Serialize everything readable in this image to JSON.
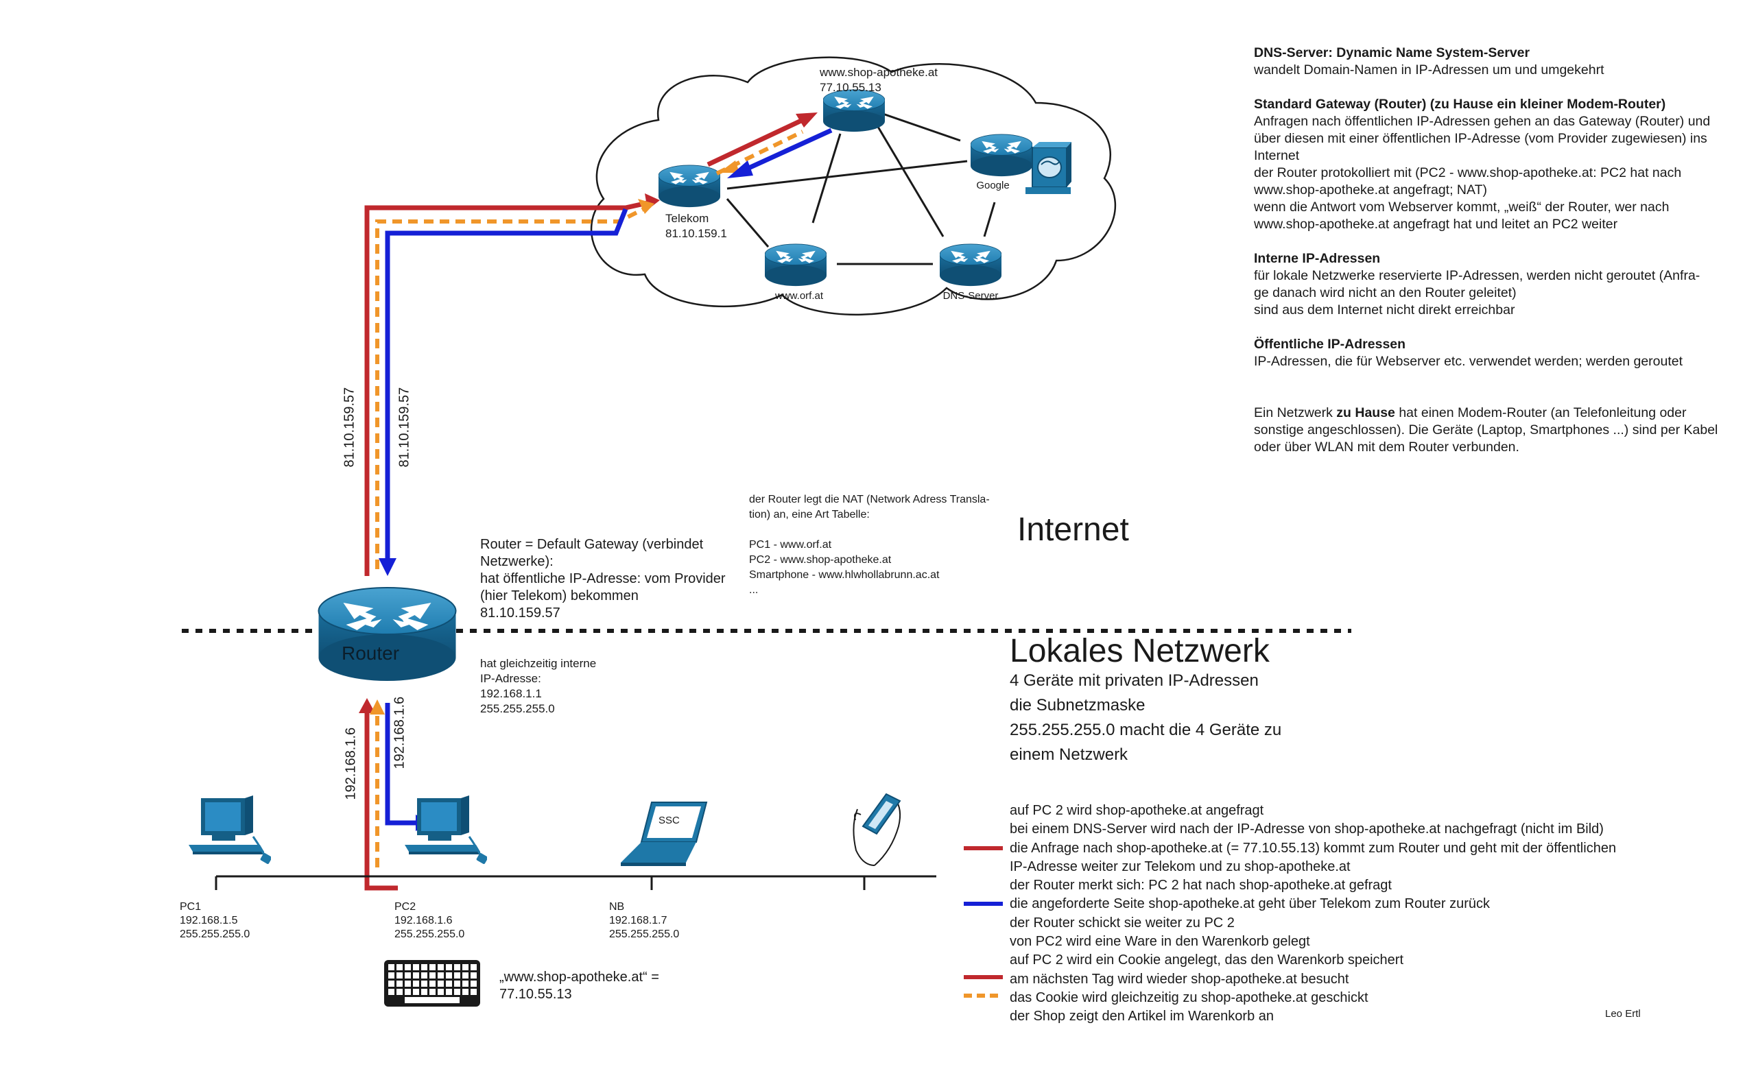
{
  "cloud": {
    "shop_host": "www.shop-apotheke.at",
    "shop_ip": "77.10.55.13",
    "telekom_name": "Telekom",
    "telekom_ip": "81.10.159.1",
    "google_label": "Google",
    "orf_label": "www.orf.at",
    "dns_label": "DNS-Server"
  },
  "uplink": {
    "ip_label_left": "81.10.159.57",
    "ip_label_right": "81.10.159.57"
  },
  "downlink": {
    "ip_label_left": "192.168.1.6",
    "ip_label_right": "192.168.1.6"
  },
  "router": {
    "label": "Router",
    "description_lines": [
      "Router = Default Gateway (verbindet",
      "Netzwerke):",
      "hat öffentliche IP-Adresse: vom Provider",
      "(hier Telekom) bekommen",
      "81.10.159.57"
    ],
    "internal_lines": [
      "hat gleichzeitig interne",
      "IP-Adresse:",
      "192.168.1.1",
      "255.255.255.0"
    ]
  },
  "nat_note": {
    "lines": [
      "der Router legt die NAT (Network Adress Transla-",
      "tion) an, eine Art Tabelle:",
      "",
      "PC1 - www.orf.at",
      "PC2 - www.shop-apotheke.at",
      "Smartphone - www.hlwhollabrunn.ac.at",
      "..."
    ]
  },
  "zones": {
    "internet": "Internet",
    "lokal_title": "Lokales Netzwerk",
    "lokal_lines": [
      "4 Geräte mit privaten IP-Adressen",
      "die Subnetzmaske",
      "255.255.255.0 macht die 4 Geräte zu",
      "einem Netzwerk"
    ]
  },
  "devices": [
    {
      "name": "PC1",
      "ip": "192.168.1.5",
      "mask": "255.255.255.0"
    },
    {
      "name": "PC2",
      "ip": "192.168.1.6",
      "mask": "255.255.255.0"
    },
    {
      "name": "NB",
      "ip": "192.168.1.7",
      "mask": "255.255.255.0"
    }
  ],
  "laptop_screen": "SSC",
  "keyboard_note": [
    "„www.shop-apotheke.at“ =",
    "77.10.55.13"
  ],
  "legend": [
    "auf PC 2 wird shop-apotheke.at angefragt",
    "bei einem DNS-Server wird nach der IP-Adresse von shop-apotheke.at nachgefragt (nicht im Bild)",
    "die Anfrage nach shop-apotheke.at (= 77.10.55.13) kommt zum Router und geht mit der öffentlichen",
    "IP-Adresse weiter zur Telekom und zu shop-apotheke.at",
    "der Router merkt sich: PC 2 hat nach shop-apotheke.at gefragt",
    "die angeforderte Seite shop-apotheke.at geht über Telekom zum Router zurück",
    "der Router schickt sie weiter zu PC 2",
    "von PC2 wird eine Ware in den Warenkorb gelegt",
    "auf PC 2 wird ein Cookie angelegt, das den Warenkorb speichert",
    "am nächsten Tag wird wieder shop-apotheke.at besucht",
    "das Cookie wird gleichzeitig zu shop-apotheke.at geschickt",
    "der Shop zeigt den Artikel im Warenkorb an"
  ],
  "author": "Leo Ertl",
  "sidebar": {
    "dns_title": "DNS-Server: Dynamic Name System-Server",
    "dns_text": "wandelt Domain-Namen in IP-Adressen um und umgekehrt",
    "gw_title": "Standard Gateway (Router) (zu Hause ein kleiner Modem-Router)",
    "gw_lines": [
      "Anfragen nach öffentlichen IP-Adressen gehen an das Gateway (Router) und",
      "über diesen mit einer öffentlichen IP-Adresse (vom Provider zugewiesen) ins",
      "Internet",
      "der Router protokolliert mit (PC2 - www.shop-apotheke.at: PC2 hat nach",
      "www.shop-apotheke.at angefragt; NAT)",
      "wenn die Antwort vom Webserver kommt, „weiß“ der Router, wer nach",
      "www.shop-apotheke.at angefragt hat und leitet an PC2 weiter"
    ],
    "internal_title": "Interne IP-Adressen",
    "internal_lines": [
      "für lokale Netzwerke reservierte IP-Adressen, werden nicht geroutet (Anfra-",
      "ge danach wird nicht an den Router geleitet)",
      "sind aus dem Internet nicht direkt erreichbar"
    ],
    "public_title": "Öffentliche IP-Adressen",
    "public_text": "IP-Adressen, die für Webserver etc. verwendet werden; werden geroutet",
    "home_prefix": "Ein Netzwerk ",
    "home_bold": "zu Hause",
    "home_rest": " hat einen Modem-Router (an Telefonleitung oder",
    "home_lines": [
      "sonstige angeschlossen). Die Geräte (Laptop, Smartphones ...) sind per Kabel",
      "oder über WLAN mit dem Router verbunden."
    ]
  },
  "colors": {
    "red": "#c0282d",
    "blue": "#1520d6",
    "orange": "#f0962a",
    "cisco_blue": "#1f6f9a",
    "pc_blue": "#1e78a8"
  }
}
